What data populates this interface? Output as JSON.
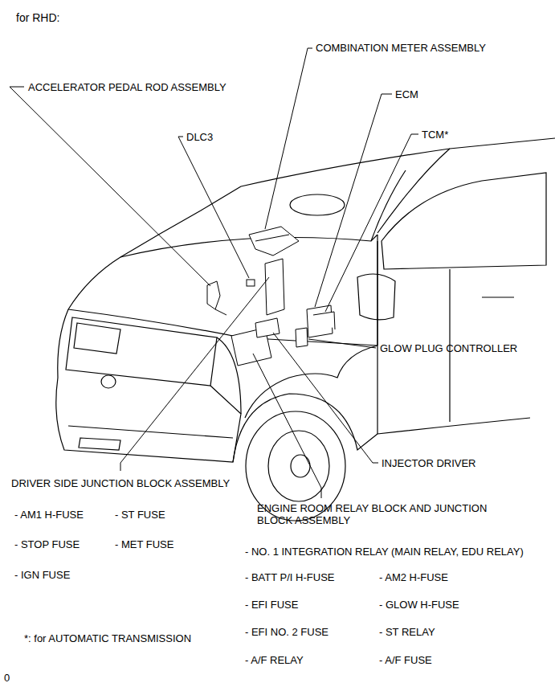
{
  "diagram": {
    "title": "for RHD:",
    "labels": [
      "COMBINATION METER ASSEMBLY",
      "ACCELERATOR PEDAL ROD ASSEMBLY",
      "ECM",
      "DLC3",
      "TCM*",
      "GLOW PLUG CONTROLLER",
      "INJECTOR DRIVER",
      "DRIVER SIDE JUNCTION BLOCK ASSEMBLY",
      "ENGINE ROOM RELAY BLOCK AND JUNCTION BLOCK ASSEMBLY",
      "- AM1 H-FUSE",
      "- ST FUSE",
      "- STOP FUSE",
      "- MET FUSE",
      "- NO. 1 INTEGRATION RELAY (MAIN RELAY, EDU RELAY)",
      "- IGN FUSE",
      "- BATT P/I H-FUSE",
      "- AM2 H-FUSE",
      "- EFI FUSE",
      "- GLOW H-FUSE",
      "- EFI NO. 2 FUSE",
      "- ST RELAY",
      "*: for AUTOMATIC TRANSMISSION",
      "- A/F RELAY",
      "- A/F FUSE",
      "0"
    ]
  }
}
